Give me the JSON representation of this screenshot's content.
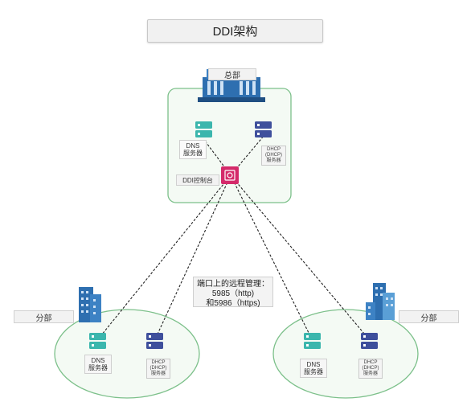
{
  "title": "DDI架构",
  "hq": {
    "label": "总部",
    "dns_label": "DNS\n服务器",
    "dhcp_label": "DHCP\n(DHCP)\n服务器",
    "console_label": "DDI控制台"
  },
  "remote_mgmt": {
    "line1": "端口上的远程管理：",
    "line2": "5985（http)",
    "line3": "和5986（https)"
  },
  "branch_left": {
    "label": "分部",
    "dns_label": "DNS\n服务器",
    "dhcp_label": "DHCP\n(DHCP)\n服务器"
  },
  "branch_right": {
    "label": "分部",
    "dns_label": "DNS\n服务器",
    "dhcp_label": "DHCP\n(DHCP)\n服务器"
  },
  "colors": {
    "teal": "#3bb6ad",
    "navy": "#3e4f9c",
    "magenta": "#d42a6a",
    "green_border": "#7cc08a",
    "green_fill": "#f4faf4",
    "building_blue": "#2e6fb0"
  }
}
